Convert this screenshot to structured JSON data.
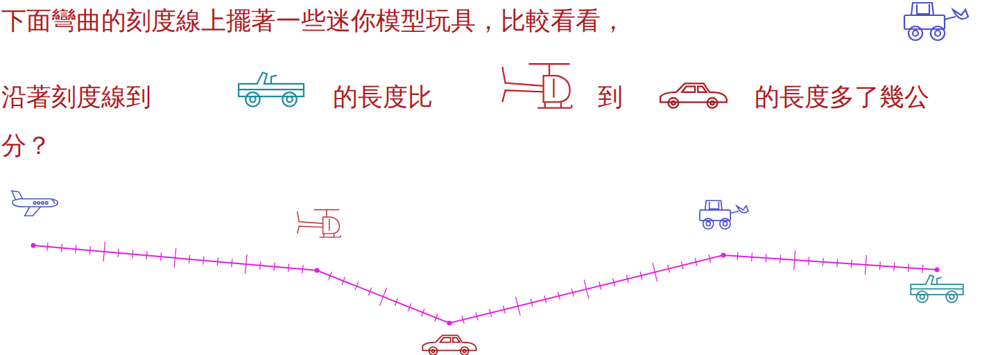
{
  "diagram": {
    "labels": [
      "下面彎曲的刻度線上擺著一些迷你模型玩具，比較看看，",
      "沿著刻度線到",
      "的長度比",
      "到",
      "的長度多了幾公分？"
    ]
  }
}
